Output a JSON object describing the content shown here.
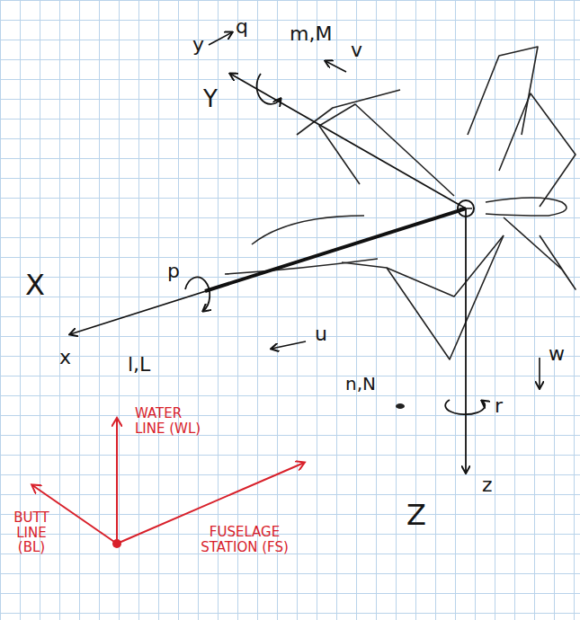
{
  "diagram": {
    "labels": [
      "y",
      "q",
      "m,M",
      "v",
      "Y",
      "p",
      "X",
      "x",
      "l,L",
      "u",
      "n,N",
      "r",
      "w",
      "z",
      "Z",
      "WATER LINE (WL)",
      "BUTT LINE (BL)",
      "FUSELAGE STATION (FS)"
    ]
  }
}
